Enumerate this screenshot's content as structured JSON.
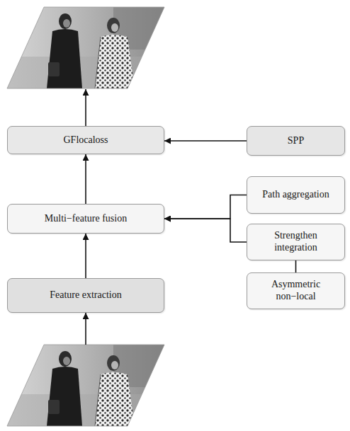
{
  "diagram": {
    "nodes": [
      {
        "text": [
          "GFlocaloss"
        ]
      },
      {
        "text": [
          "SPP"
        ]
      },
      {
        "text": [
          "Multi−feature fusion"
        ]
      },
      {
        "text": [
          "Path aggregation"
        ]
      },
      {
        "text": [
          "Strengthen integration"
        ]
      },
      {
        "text": [
          "Asymmetric non−local"
        ]
      },
      {
        "text": [
          "Feature extraction"
        ]
      }
    ],
    "edges": [
      {
        "from": 6,
        "to": 2,
        "arrow": "to"
      },
      {
        "from": 2,
        "to": 0,
        "arrow": "to"
      },
      {
        "from": 1,
        "to": 0,
        "arrow": "to"
      },
      {
        "from": 3,
        "to": 2,
        "arrow": "to"
      },
      {
        "from": 4,
        "to": 2,
        "arrow": "to"
      },
      {
        "from": 5,
        "to": 2,
        "arrow": "to"
      }
    ]
  }
}
